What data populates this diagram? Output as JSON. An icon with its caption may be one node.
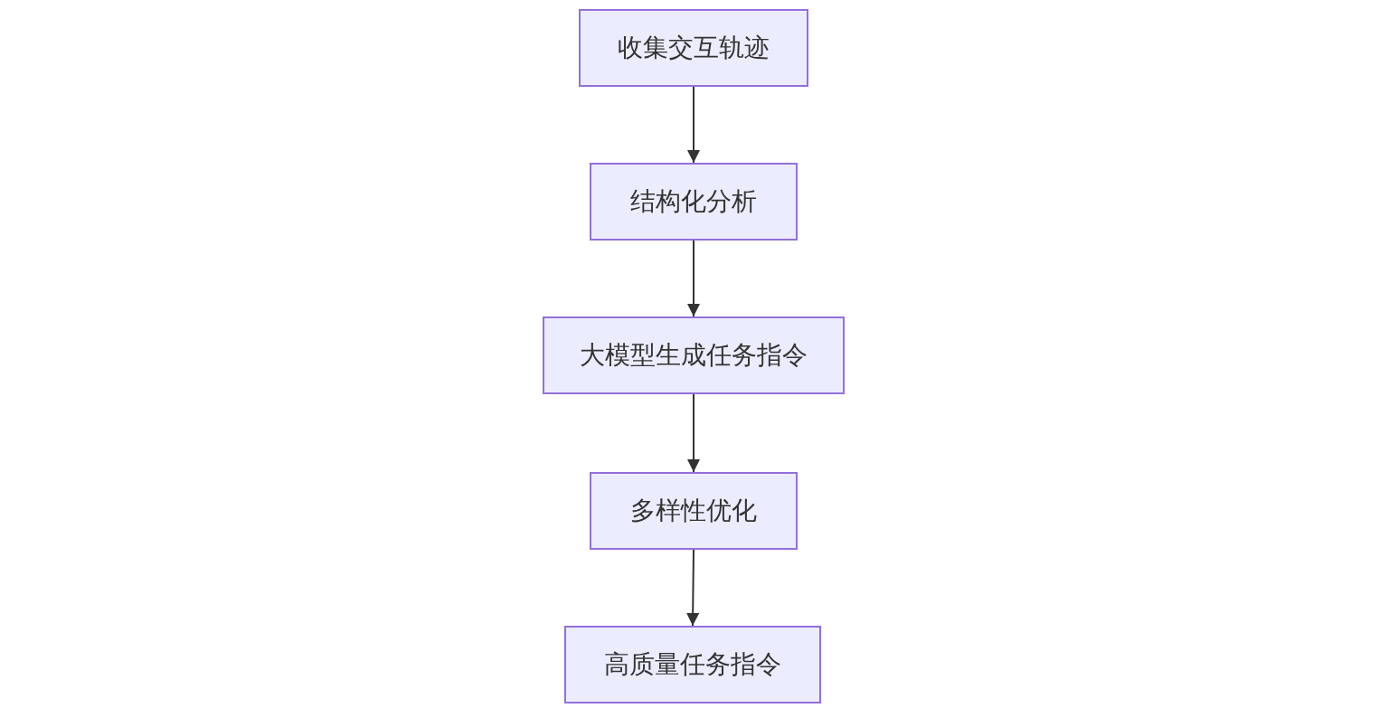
{
  "diagram": {
    "nodes": [
      {
        "text": [
          "收集交互轨迹"
        ]
      },
      {
        "text": [
          "结构化分析"
        ]
      },
      {
        "text": [
          "大模型生成任务指令"
        ]
      },
      {
        "text": [
          "多样性优化"
        ]
      },
      {
        "text": [
          "高质量任务指令"
        ]
      }
    ],
    "edges": [
      {
        "from": 0,
        "to": 1,
        "arrow": "to"
      },
      {
        "from": 1,
        "to": 2,
        "arrow": "to"
      },
      {
        "from": 2,
        "to": 3,
        "arrow": "to"
      },
      {
        "from": 3,
        "to": 4,
        "arrow": "to"
      }
    ]
  }
}
